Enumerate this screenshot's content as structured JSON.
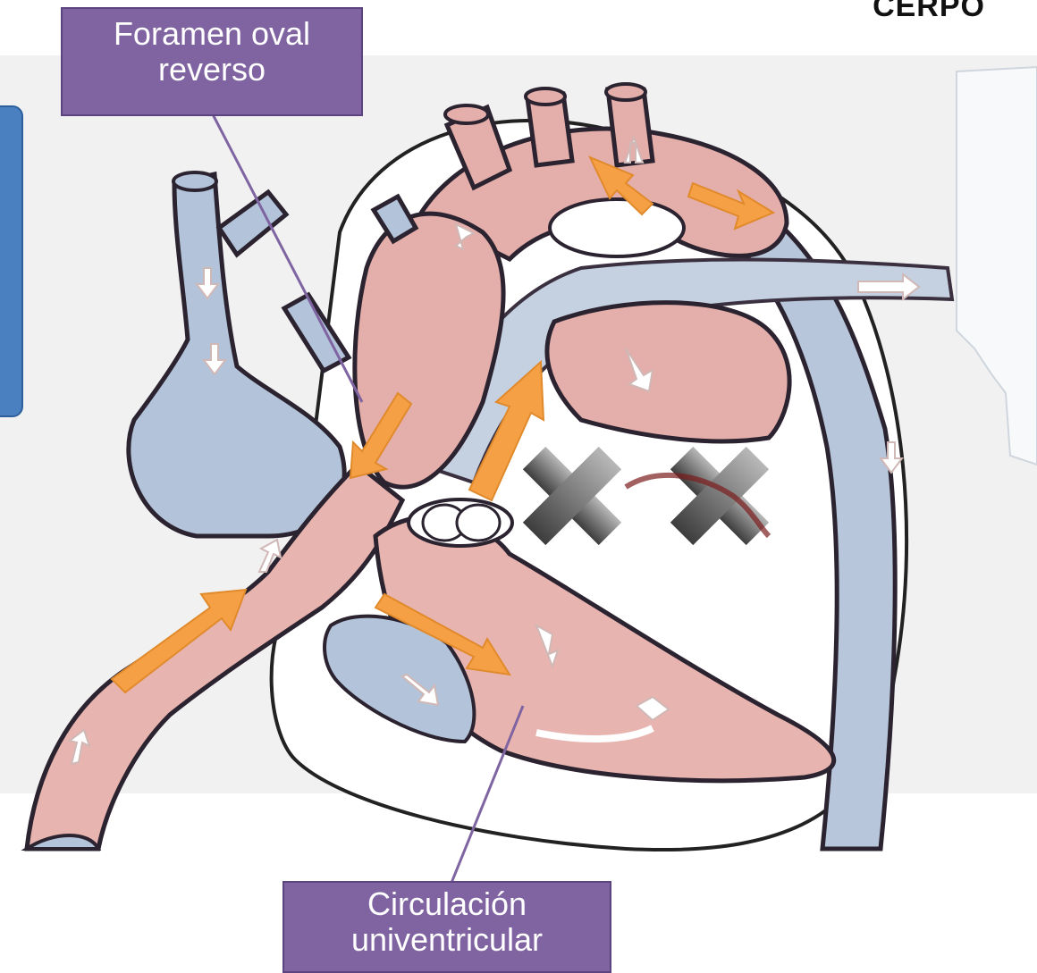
{
  "logo": {
    "text": "CERPO"
  },
  "labels": {
    "foramen": {
      "line1": "Foramen oval",
      "line2": "reverso"
    },
    "circulation": {
      "line1": "Circulación",
      "line2": "univentricular"
    }
  },
  "colors": {
    "band": "#f1f1f1",
    "tissue": "#e8b4b0",
    "vein_blue": "#aec3dc",
    "outline": "#2b2330",
    "flow_arrow": "#f5a044",
    "x_mark": "#6e6e6e",
    "label_box": "#8064a2",
    "side_panel": "#4a7fc0"
  },
  "icons": [
    "flow-arrow-icon",
    "blocked-x-icon",
    "valve-icon"
  ]
}
